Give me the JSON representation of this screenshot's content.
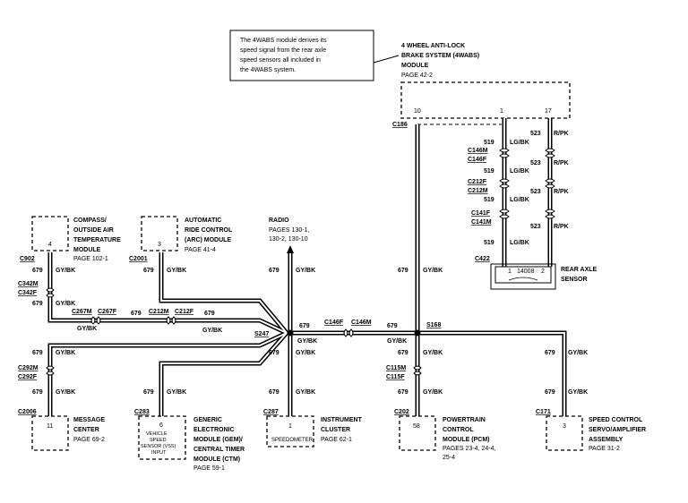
{
  "note": [
    "The 4WABS module derives its",
    "speed signal from the rear axle",
    "speed sensors all included in",
    "the 4WABS system."
  ],
  "abs_module": {
    "title": [
      "4 WHEEL ANTI-LOCK",
      "BRAKE SYSTEM (4WABS)",
      "MODULE"
    ],
    "page": "PAGE 42-2",
    "pins": [
      "10",
      "1",
      "17"
    ],
    "connector": "C186"
  },
  "abs_wiring": {
    "wire519": "519",
    "color519": "LG/BK",
    "wire523": "523",
    "color523": "R/PK",
    "connectors": [
      "C146M",
      "C146F",
      "C212F",
      "C212M",
      "C141F",
      "C141M",
      "C422"
    ]
  },
  "rear_sensor": {
    "title": [
      "REAR AXLE",
      "SENSOR"
    ],
    "pin1": "1",
    "part": "14008",
    "pin2": "2"
  },
  "compass": {
    "title": [
      "COMPASS/",
      "OUTSIDE AIR",
      "TEMPERATURE",
      "MODULE"
    ],
    "page": "PAGE 102-1",
    "pin": "4",
    "connector": "C902"
  },
  "arc": {
    "title": [
      "AUTOMATIC",
      "RIDE CONTROL",
      "(ARC) MODULE"
    ],
    "page": "PAGE 41-4",
    "pin": "3",
    "connector": "C2001"
  },
  "radio": {
    "title": "RADIO",
    "pages": [
      "PAGES 130-1,",
      "130-2, 130-10"
    ]
  },
  "wire": {
    "num": "679",
    "color": "GY/BK"
  },
  "connectors": {
    "c342m": "C342M",
    "c342f": "C342F",
    "c267m": "C267M",
    "c267f": "C267F",
    "c212m": "C212M",
    "c212f": "C212F",
    "s247": "S247",
    "c146f": "C146F",
    "c146m": "C146M",
    "s168": "S168",
    "c292m": "C292M",
    "c292f": "C292F",
    "c115m": "C115M",
    "c115f": "C115F"
  },
  "message": {
    "title": [
      "MESSAGE",
      "CENTER"
    ],
    "page": "PAGE 69-2",
    "pin": "11",
    "connector": "C2006"
  },
  "gem": {
    "title": [
      "GENERIC",
      "ELECTRONIC",
      "MODULE (GEM)/",
      "CENTRAL TIMER",
      "MODULE (CTM)"
    ],
    "page": "PAGE 59-1",
    "pin": "6",
    "inner": [
      "VEHICLE",
      "SPEED",
      "SENSOR (VSS)",
      "INPUT"
    ],
    "connector": "C283"
  },
  "cluster": {
    "title": [
      "INSTRUMENT",
      "CLUSTER"
    ],
    "page": "PAGE 62-1",
    "pin": "1",
    "inner": "SPEEDOMETER",
    "connector": "C287"
  },
  "pcm": {
    "title": [
      "POWERTRAIN",
      "CONTROL",
      "MODULE (PCM)"
    ],
    "pages": [
      "PAGES 23-4, 24-4,",
      "25-4"
    ],
    "pin": "58",
    "connector": "C202"
  },
  "speed": {
    "title": [
      "SPEED CONTROL",
      "SERVO/AMPLIFIER",
      "ASSEMBLY"
    ],
    "page": "PAGE 31-2",
    "pin": "3",
    "connector": "C171"
  }
}
